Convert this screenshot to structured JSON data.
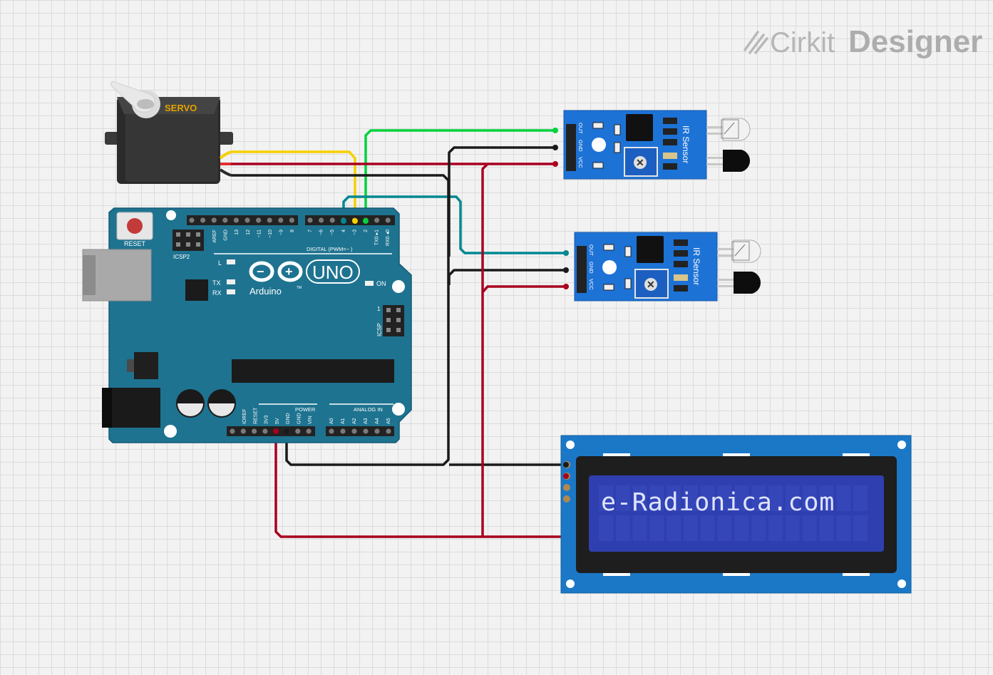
{
  "branding": {
    "brand_name": "Cirkit",
    "brand_product": "Designer",
    "icon": "cirkit-logo-icon"
  },
  "servo": {
    "label": "SERVO"
  },
  "arduino": {
    "brand": "Arduino",
    "model": "UNO",
    "reset_label": "RESET",
    "icsp2_label": "ICSP2",
    "icsp_label": "ICSP",
    "icsp_pin1": "1",
    "digital_label": "DIGITAL (PWM=",
    "tilde_mark": "~",
    "close_paren": ")",
    "power_label": "POWER",
    "analog_label": "ANALOG IN",
    "led_l": "L",
    "led_tx": "TX",
    "led_rx": "RX",
    "led_on": "ON",
    "tm": "TM",
    "top_header_left_labels": [
      "AREF",
      "GND",
      "13",
      "12",
      "~11",
      "~10",
      "~9",
      "8"
    ],
    "top_header_right_labels": [
      "7",
      "~6",
      "~5",
      "4",
      "~3",
      "2",
      "TX0 ▸1",
      "RX0 ◂0"
    ],
    "power_pin_labels": [
      "IOREF",
      "RESET",
      "3V3",
      "5V",
      "GND",
      "GND",
      "VIN"
    ],
    "analog_pin_labels": [
      "A0",
      "A1",
      "A2",
      "A3",
      "A4",
      "A5"
    ]
  },
  "ir_sensor_1": {
    "title": "IR Sensor",
    "pins": [
      "OUT",
      "GND",
      "VCC"
    ]
  },
  "ir_sensor_2": {
    "title": "IR Sensor",
    "pins": [
      "OUT",
      "GND",
      "VCC"
    ]
  },
  "lcd": {
    "display_text": "e-Radionica.com"
  },
  "wire_colors": {
    "signal_yellow": "#f5d000",
    "signal_green": "#00d23c",
    "signal_teal": "#008891",
    "power_red": "#a8001e",
    "ground_black": "#1a1a1a"
  },
  "board_colors": {
    "arduino_teal": "#1e7390",
    "sensor_blue": "#1d72d6",
    "lcd_blue": "#1b78c7",
    "lcd_screen": "#2f3fb0"
  }
}
